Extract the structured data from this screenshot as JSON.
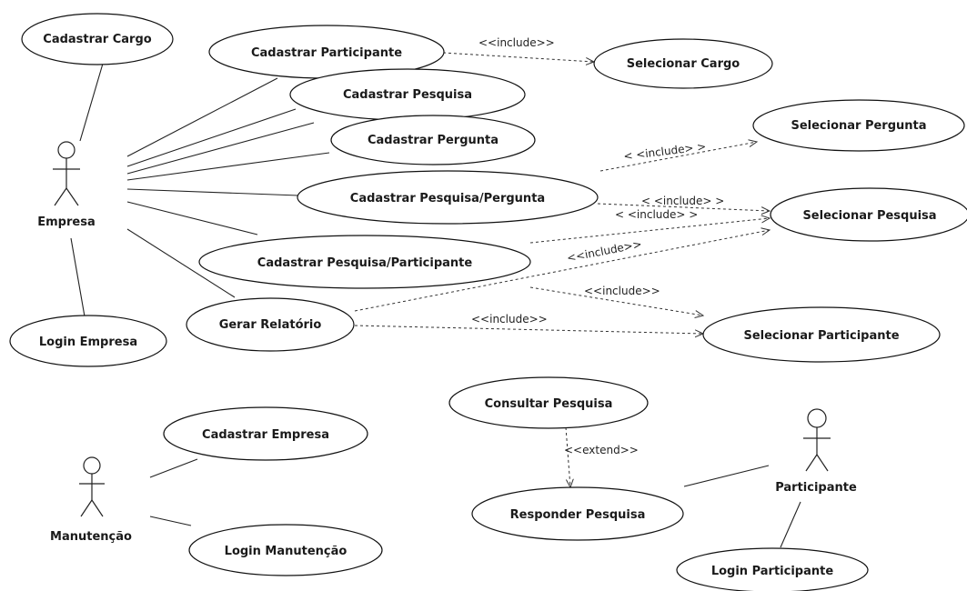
{
  "actors": {
    "empresa": "Empresa",
    "manutencao": "Manutenção",
    "participante": "Participante"
  },
  "use_cases": {
    "cadastrar_cargo": "Cadastrar Cargo",
    "cadastrar_participante": "Cadastrar Participante",
    "selecionar_cargo": "Selecionar Cargo",
    "cadastrar_pesquisa": "Cadastrar Pesquisa",
    "cadastrar_pergunta": "Cadastrar Pergunta",
    "selecionar_pergunta": "Selecionar Pergunta",
    "cadastrar_pesquisa_pergunta": "Cadastrar Pesquisa/Pergunta",
    "selecionar_pesquisa": "Selecionar Pesquisa",
    "cadastrar_pesquisa_participante": "Cadastrar Pesquisa/Participante",
    "gerar_relatorio": "Gerar Relatório",
    "selecionar_participante": "Selecionar Participante",
    "login_empresa": "Login Empresa",
    "cadastrar_empresa": "Cadastrar Empresa",
    "login_manutencao": "Login Manutenção",
    "consultar_pesquisa": "Consultar Pesquisa",
    "responder_pesquisa": "Responder Pesquisa",
    "login_participante": "Login Participante"
  },
  "stereotypes": {
    "include": "<<include>>",
    "include_spaced": "< <include> >",
    "extend": "<<extend>>"
  }
}
